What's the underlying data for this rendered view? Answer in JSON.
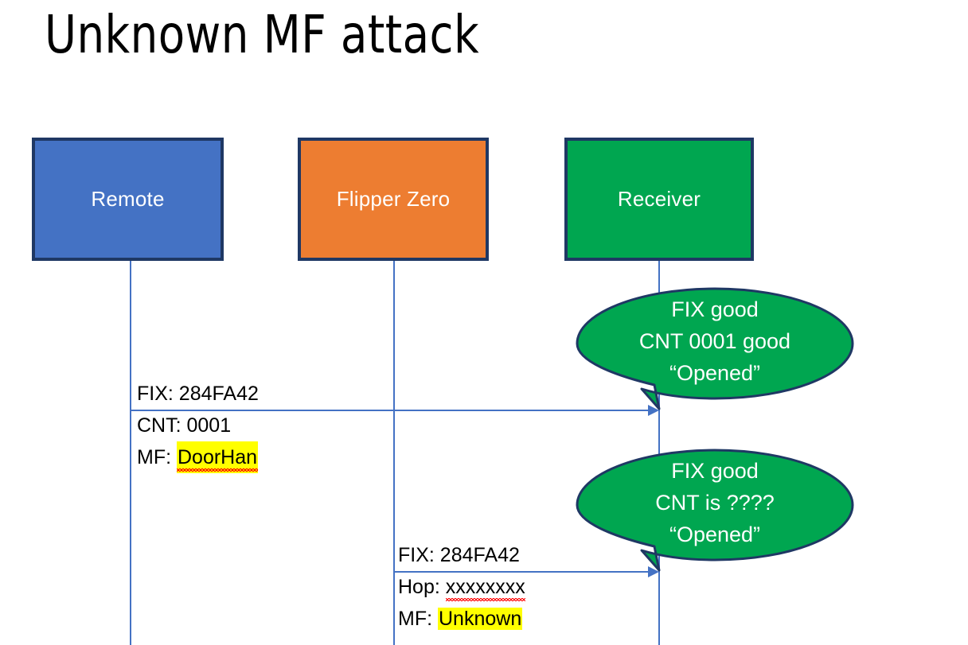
{
  "slide": {
    "title": "Unknown MF attack",
    "background": "#FFFFFF"
  },
  "colors": {
    "remote_fill": "#4472C4",
    "flipper_fill": "#ED7D31",
    "receiver_fill": "#00A650",
    "box_border": "#1F3864",
    "lifeline": "#4472C4",
    "arrow": "#4472C4",
    "callout_fill": "#00A650",
    "callout_border": "#1F3864",
    "highlight": "#FFFF00",
    "spellcheck_underline": "#FF0000",
    "text_dark": "#000000",
    "text_light": "#FFFFFF"
  },
  "actors": [
    {
      "id": "remote",
      "label": "Remote"
    },
    {
      "id": "flipper",
      "label": "Flipper Zero"
    },
    {
      "id": "receiver",
      "label": "Receiver"
    }
  ],
  "messages": [
    {
      "id": "msg-remote-to-receiver",
      "from": "remote",
      "to": "receiver",
      "lines": [
        {
          "prefix": "FIX: ",
          "value": "284FA42",
          "highlight": false,
          "spellcheck": false
        },
        {
          "prefix": "CNT: ",
          "value": "0001",
          "highlight": false,
          "spellcheck": false
        },
        {
          "prefix": "MF: ",
          "value": "DoorHan",
          "highlight": true,
          "spellcheck": true
        }
      ]
    },
    {
      "id": "msg-flipper-to-receiver",
      "from": "flipper",
      "to": "receiver",
      "lines": [
        {
          "prefix": "FIX: ",
          "value": "284FA42",
          "highlight": false,
          "spellcheck": false
        },
        {
          "prefix": "Hop: ",
          "value": "xxxxxxxx",
          "highlight": false,
          "spellcheck": true
        },
        {
          "prefix": "MF: ",
          "value": "Unknown",
          "highlight": true,
          "spellcheck": false
        }
      ]
    }
  ],
  "callouts": [
    {
      "id": "callout-first-reception",
      "lines": [
        "FIX good",
        "CNT 0001 good",
        "“Opened”"
      ]
    },
    {
      "id": "callout-second-reception",
      "lines": [
        "FIX good",
        "CNT is ????",
        "“Opened”"
      ]
    }
  ]
}
